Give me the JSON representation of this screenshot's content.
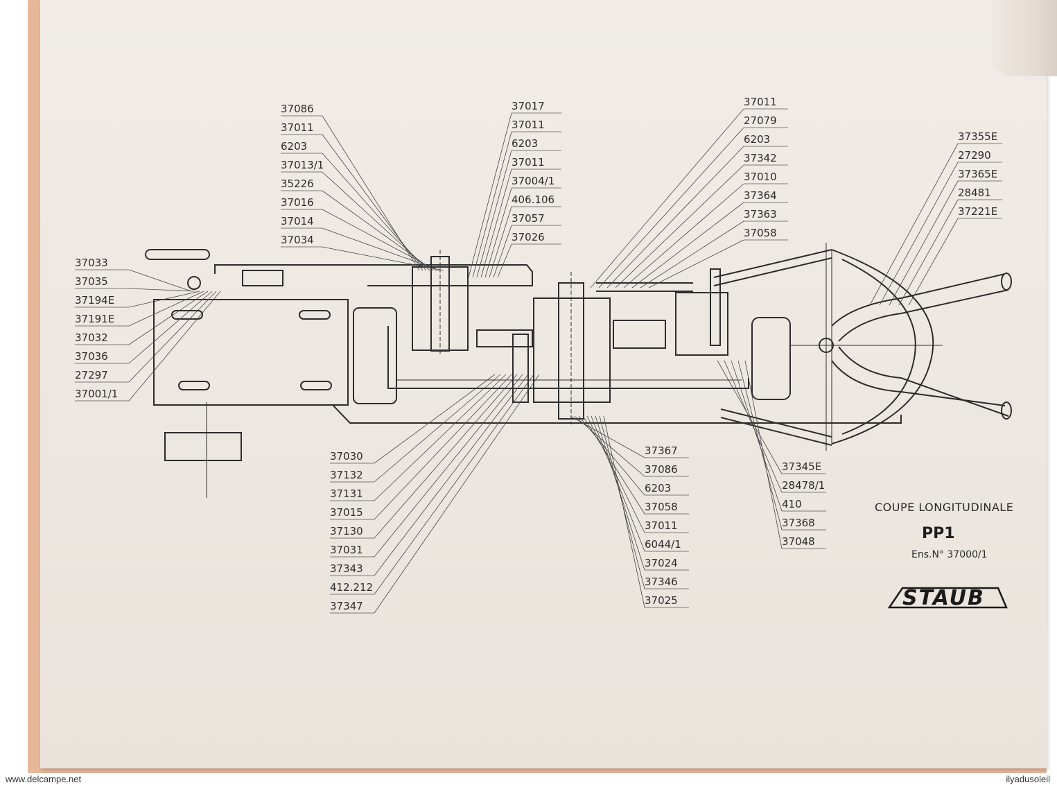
{
  "left_labels": [
    "37033",
    "37035",
    "37194E",
    "37191E",
    "37032",
    "37036",
    "27297",
    "37001/1"
  ],
  "top_left_labels": [
    "37086",
    "37011",
    "6203",
    "37013/1",
    "35226",
    "37016",
    "37014",
    "37034"
  ],
  "top_center_labels": [
    "37017",
    "37011",
    "6203",
    "37011",
    "37004/1",
    "406.106",
    "37057",
    "37026"
  ],
  "top_right_labels": [
    "37011",
    "27079",
    "6203",
    "37342",
    "37010",
    "37364",
    "37363",
    "37058"
  ],
  "far_right_labels": [
    "37355E",
    "27290",
    "37365E",
    "28481",
    "37221E"
  ],
  "bottom_left_labels": [
    "37030",
    "37132",
    "37131",
    "37015",
    "37130",
    "37031",
    "37343",
    "412.212",
    "37347"
  ],
  "bottom_center_labels": [
    "37367",
    "37086",
    "6203",
    "37058",
    "37011",
    "6044/1",
    "37024",
    "37346",
    "37025"
  ],
  "bottom_right_labels": [
    "37345E",
    "28478/1",
    "410",
    "37368",
    "37048"
  ],
  "title_block": {
    "section": "COUPE LONGITUDINALE",
    "model": "PP1",
    "assembly": "Ens.N° 37000/1",
    "brand": "STAUB"
  },
  "footer": {
    "left": "www.delcampe.net",
    "right": "ilyadusoleil"
  }
}
